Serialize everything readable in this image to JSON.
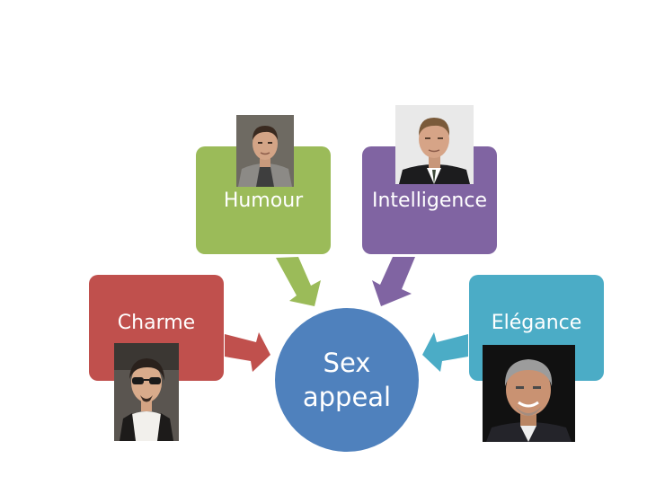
{
  "center": {
    "line1": "Sex",
    "line2": "appeal",
    "color": "#4f81bd"
  },
  "boxes": [
    {
      "label": "Charme",
      "color": "#c0504d"
    },
    {
      "label": "Humour",
      "color": "#9bbb59"
    },
    {
      "label": "Intelligence",
      "color": "#8064a2"
    },
    {
      "label": "Elégance",
      "color": "#4bacc6"
    }
  ],
  "photos": [
    {
      "depicts": "man with sunglasses and goatee"
    },
    {
      "depicts": "man in grey shirt"
    },
    {
      "depicts": "man in suit and tie"
    },
    {
      "depicts": "grey-haired man smiling"
    }
  ]
}
